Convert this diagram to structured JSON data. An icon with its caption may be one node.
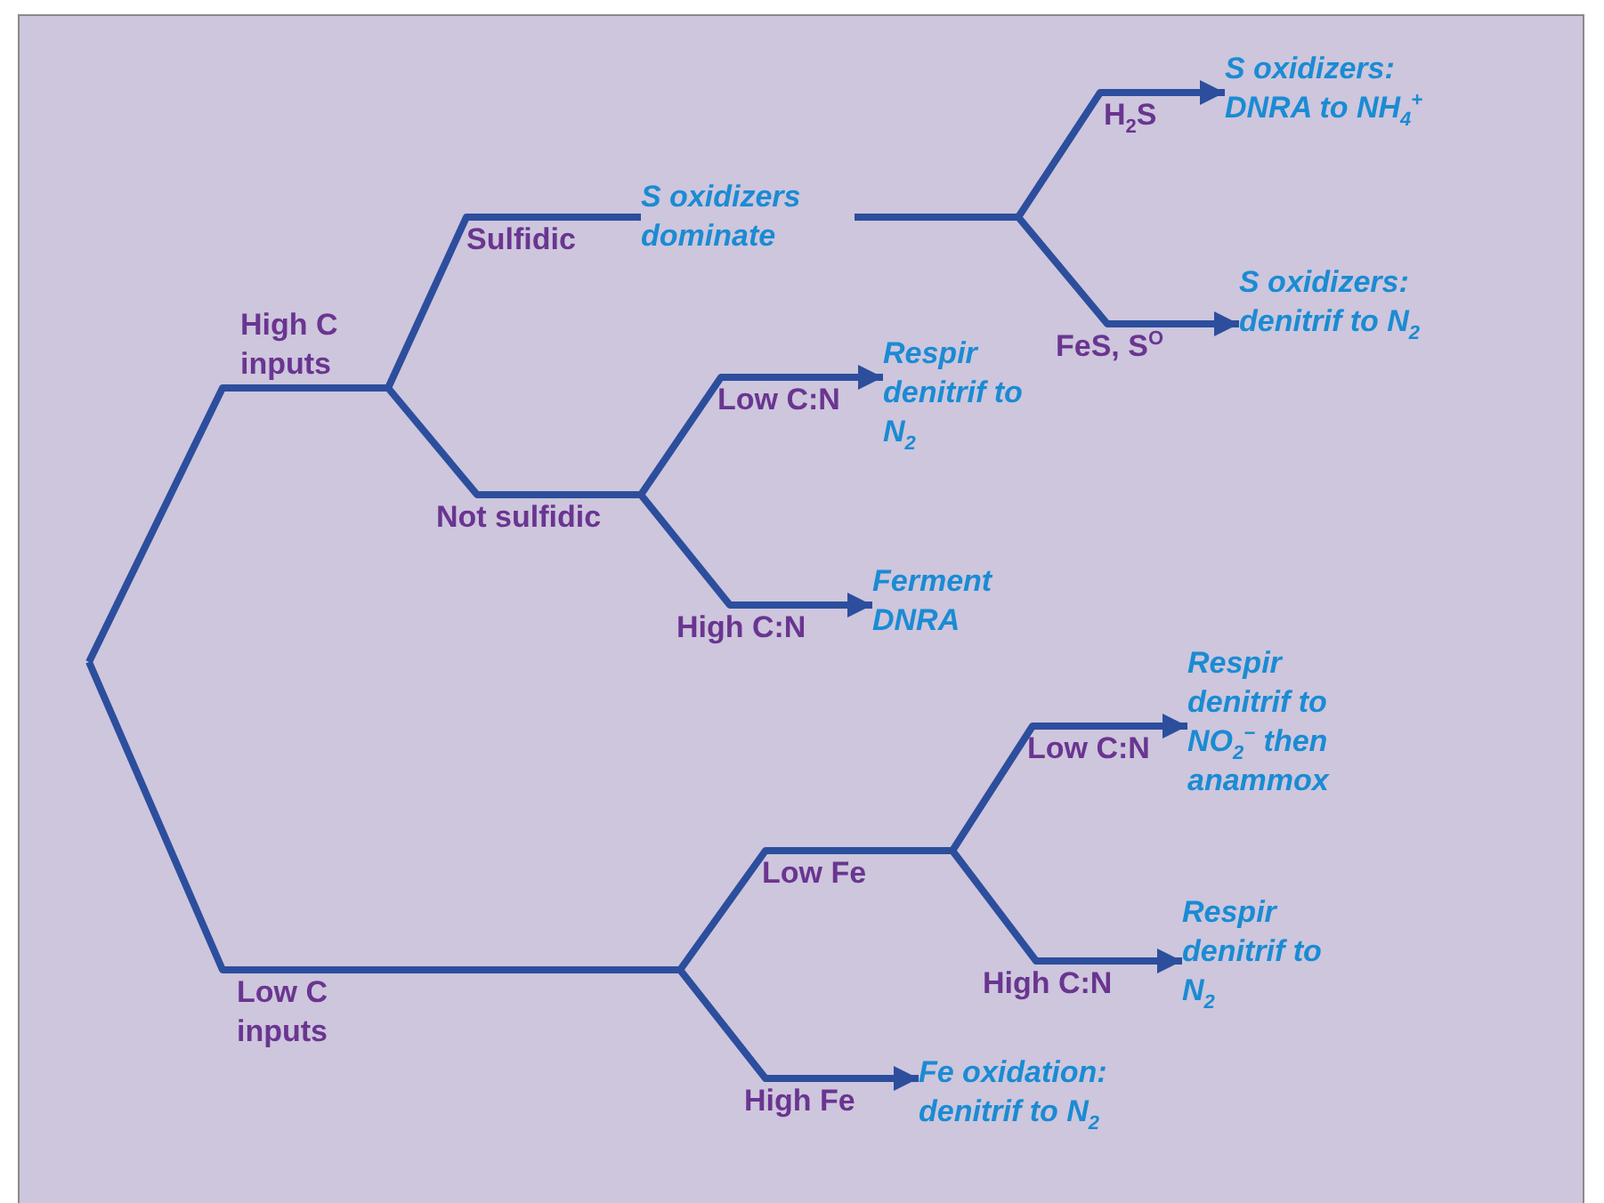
{
  "diagram": {
    "nodes": [
      {
        "text": [
          "High C inputs"
        ]
      },
      {
        "text": [
          "Sulfidic"
        ]
      },
      {
        "text": [
          "S oxidizers dominate"
        ]
      },
      {
        "text": [
          "H$_{2}$S"
        ]
      },
      {
        "text": [
          "S oxidizers: DNRA to NH$_{4}$$^{+}$"
        ]
      },
      {
        "text": [
          "FeS, S$^{O}$"
        ]
      },
      {
        "text": [
          "S oxidizers: denitrif to N$_{2}$"
        ]
      },
      {
        "text": [
          "Not sulfidic"
        ]
      },
      {
        "text": [
          "Low C:N"
        ]
      },
      {
        "text": [
          "Respir denitrif to N$_{2}$"
        ]
      },
      {
        "text": [
          "High C:N"
        ]
      },
      {
        "text": [
          "Ferment DNRA"
        ]
      },
      {
        "text": [
          "Low C inputs"
        ]
      },
      {
        "text": [
          "Low Fe"
        ]
      },
      {
        "text": [
          "Low C:N"
        ]
      },
      {
        "text": [
          "Respir denitrif to NO$_{2}$$^{−}$ then anammox"
        ]
      },
      {
        "text": [
          "High C:N"
        ]
      },
      {
        "text": [
          "Respir denitrif to N$_{2}$"
        ]
      },
      {
        "text": [
          "High Fe"
        ]
      },
      {
        "text": [
          "Fe oxidation: denitrif to N$_{2}$"
        ]
      }
    ],
    "edges": [
      {
        "from": null,
        "to": 0,
        "arrow": "none"
      },
      {
        "from": 0,
        "to": 1,
        "arrow": "none"
      },
      {
        "from": 0,
        "to": 7,
        "arrow": "none"
      },
      {
        "from": 1,
        "to": 2,
        "arrow": "none"
      },
      {
        "from": 2,
        "to": 3,
        "arrow": "none"
      },
      {
        "from": 3,
        "to": 4,
        "arrow": "to"
      },
      {
        "from": 2,
        "to": 5,
        "arrow": "none"
      },
      {
        "from": 5,
        "to": 6,
        "arrow": "to"
      },
      {
        "from": 7,
        "to": 8,
        "arrow": "none"
      },
      {
        "from": 8,
        "to": 9,
        "arrow": "to"
      },
      {
        "from": 7,
        "to": 10,
        "arrow": "none"
      },
      {
        "from": 10,
        "to": 11,
        "arrow": "to"
      },
      {
        "from": null,
        "to": 12,
        "arrow": "none"
      },
      {
        "from": 12,
        "to": 13,
        "arrow": "none"
      },
      {
        "from": 13,
        "to": 14,
        "arrow": "none"
      },
      {
        "from": 14,
        "to": 15,
        "arrow": "to"
      },
      {
        "from": 13,
        "to": 16,
        "arrow": "none"
      },
      {
        "from": 16,
        "to": 17,
        "arrow": "to"
      },
      {
        "from": 12,
        "to": 18,
        "arrow": "none"
      },
      {
        "from": 18,
        "to": 19,
        "arrow": "to"
      }
    ]
  }
}
